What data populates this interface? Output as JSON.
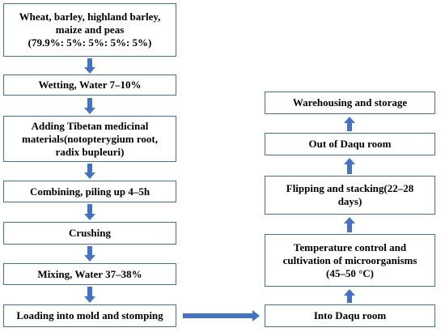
{
  "diagram": {
    "colors": {
      "border": "#41719c",
      "arrow": "#4472c4",
      "text": "#000000",
      "background": "#ffffff"
    },
    "left_column": [
      {
        "id": "raw-materials",
        "text": "Wheat, barley, highland barley,\nmaize and peas\n(79.9%: 5%: 5%: 5%: 5%)"
      },
      {
        "id": "wetting",
        "text": "Wetting, Water 7–10%"
      },
      {
        "id": "adding-medicinal",
        "text": "Adding Tibetan medicinal\nmaterials(notopterygium root,\nradix bupleuri)"
      },
      {
        "id": "combining",
        "text": "Combining, piling up 4–5h"
      },
      {
        "id": "crushing",
        "text": "Crushing"
      },
      {
        "id": "mixing",
        "text": "Mixing, Water 37–38%"
      },
      {
        "id": "loading",
        "text": "Loading into mold and stomping"
      }
    ],
    "right_column": [
      {
        "id": "into-daqu-room",
        "text": "Into Daqu room"
      },
      {
        "id": "temperature-control",
        "text": "Temperature control and\ncultivation of microorganisms\n(45–50 °C)"
      },
      {
        "id": "flipping-stacking",
        "text": "Flipping and stacking(22–28\ndays)"
      },
      {
        "id": "out-of-daqu-room",
        "text": "Out of Daqu room"
      },
      {
        "id": "warehousing",
        "text": "Warehousing and storage"
      }
    ],
    "arrows": [
      {
        "from": "raw-materials",
        "to": "wetting",
        "direction": "down"
      },
      {
        "from": "wetting",
        "to": "adding-medicinal",
        "direction": "down"
      },
      {
        "from": "adding-medicinal",
        "to": "combining",
        "direction": "down"
      },
      {
        "from": "combining",
        "to": "crushing",
        "direction": "down"
      },
      {
        "from": "crushing",
        "to": "mixing",
        "direction": "down"
      },
      {
        "from": "mixing",
        "to": "loading",
        "direction": "down"
      },
      {
        "from": "loading",
        "to": "into-daqu-room",
        "direction": "right"
      },
      {
        "from": "into-daqu-room",
        "to": "temperature-control",
        "direction": "up"
      },
      {
        "from": "temperature-control",
        "to": "flipping-stacking",
        "direction": "up"
      },
      {
        "from": "flipping-stacking",
        "to": "out-of-daqu-room",
        "direction": "up"
      },
      {
        "from": "out-of-daqu-room",
        "to": "warehousing",
        "direction": "up"
      }
    ]
  }
}
